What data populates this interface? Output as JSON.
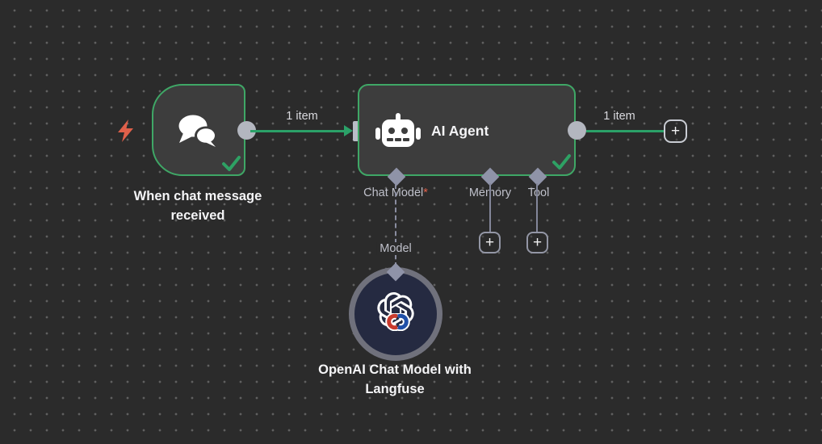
{
  "colors": {
    "canvas_bg": "#2b2b2b",
    "node_fill": "#3d3d3d",
    "success_green": "#3fa766",
    "connection_green": "#2ba168",
    "bolt_orange": "#e0604a",
    "required_red": "#e0604a",
    "connector_gray": "#8f93a8",
    "model_circle_fill": "#252a41"
  },
  "nodes": {
    "chat_trigger": {
      "title": "When chat message received",
      "icon": "chat-bubbles-icon",
      "status": "success"
    },
    "ai_agent": {
      "title": "AI Agent",
      "icon": "robot-icon",
      "status": "success",
      "ports": [
        {
          "label": "Chat Model",
          "required_marker": "*"
        },
        {
          "label": "Memory",
          "required_marker": ""
        },
        {
          "label": "Tool",
          "required_marker": ""
        }
      ]
    },
    "openai_model": {
      "title": "OpenAI Chat Model with Langfuse",
      "icon": "openai-logo-icon",
      "badge_icon": "langfuse-badge-icon",
      "port_label": "Model"
    }
  },
  "connections": {
    "trigger_to_agent": {
      "label": "1 item"
    },
    "agent_to_next": {
      "label": "1 item"
    }
  },
  "controls": {
    "add_memory_label": "+",
    "add_tool_label": "+",
    "add_next_node_label": "+"
  }
}
